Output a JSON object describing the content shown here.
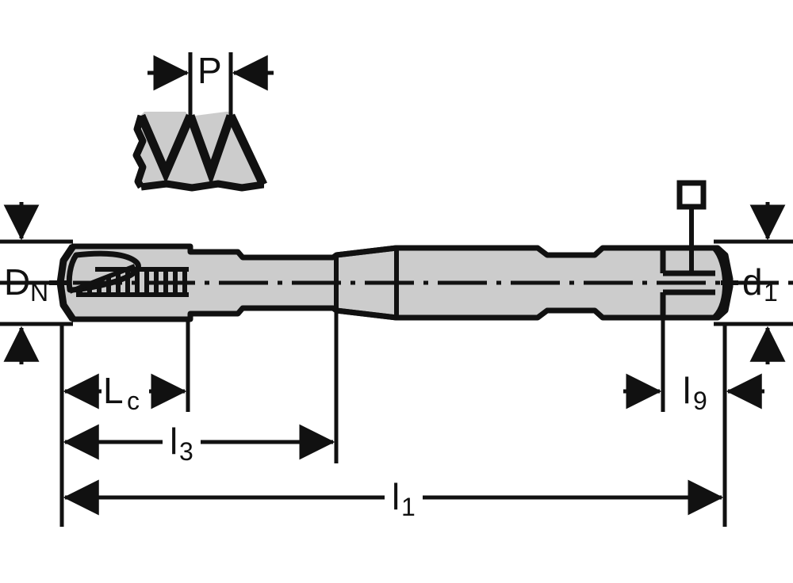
{
  "drawing": {
    "title": "Machine tap technical drawing",
    "type": "engineering-dimension-drawing",
    "background_color": "#ffffff",
    "body_fill_color": "#cccccc",
    "line_color": "#111111"
  },
  "detail_view": {
    "name": "thread-profile-detail",
    "description": "Thread pitch profile with three V crests",
    "dimension_label": "P",
    "dimension_label_sub": ""
  },
  "dimensions": {
    "diameter_nominal": {
      "label": "D",
      "sub": "N",
      "description": "Nominal thread diameter at cutting end"
    },
    "shank_diameter": {
      "label": "d",
      "sub": "1",
      "description": "Shank diameter at drive end"
    },
    "chamfer_length": {
      "label": "L",
      "sub": "c",
      "description": "Chamfer lead length"
    },
    "thread_length": {
      "label": "l",
      "sub": "3",
      "description": "Threaded portion length"
    },
    "overall_length": {
      "label": "l",
      "sub": "1",
      "description": "Overall tool length"
    },
    "square_length": {
      "label": "l",
      "sub": "9",
      "description": "Square drive length"
    }
  },
  "symbols": {
    "square_drive": {
      "glyph": "square",
      "description": "Square drive shank indicator"
    }
  }
}
